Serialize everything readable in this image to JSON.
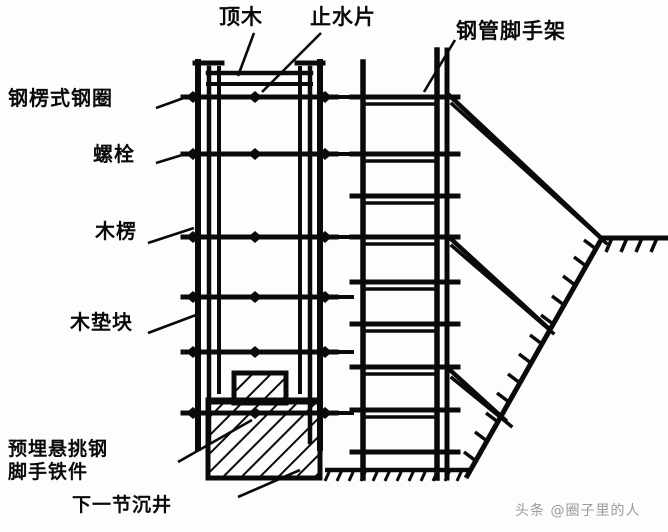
{
  "figure": {
    "kind": "engineering-section-drawing",
    "subject": "沉井施工模板与钢管脚手架剖面图",
    "background_color": "#fdfdfd",
    "ink_color": "#0a0a0a"
  },
  "labels": {
    "top_timber": "顶木",
    "water_stop": "止水片",
    "steel_pipe_scaffold": "钢管脚手架",
    "steel_waler_ring": "钢楞式钢圈",
    "bolt": "螺栓",
    "wood_waler": "木楞",
    "wood_pad_block": "木垫块",
    "embedded_cantilever_iron_line1": "预埋悬挑钢",
    "embedded_cantilever_iron_line2": "脚手铁件",
    "next_caisson_section": "下一节沉井"
  },
  "watermark": {
    "text": "头条 @圈子里的人"
  },
  "drawing_elements": {
    "formwork": "双层模板立柱与横向拉杆",
    "tie_rods": "水平螺栓拉杆，带菱形节点标记",
    "scaffold": "钢管脚手架，含立杆与横杆",
    "braces": "斜撑杆连接脚手架与边坡",
    "slope": "基坑放坡线，带剖面短齿",
    "concrete_block": "剖面剖面线填充的混凝土沉井刃脚",
    "ground_line": "地面线，带剖面短齿"
  }
}
